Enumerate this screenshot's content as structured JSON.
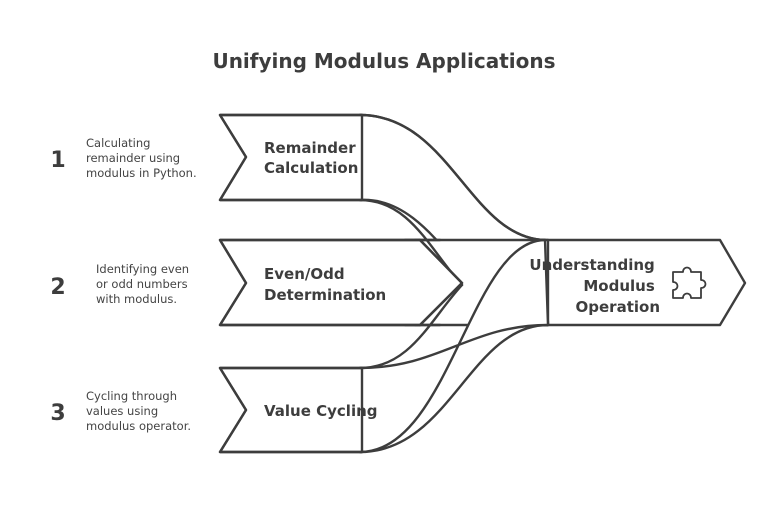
{
  "title": "Unifying Modulus Applications",
  "steps": [
    {
      "number": "1",
      "label_lines": [
        "Remainder",
        "Calculation"
      ],
      "description_lines": [
        "Calculating",
        "remainder using",
        "modulus in Python."
      ]
    },
    {
      "number": "2",
      "label_lines": [
        "Even/Odd",
        "Determination"
      ],
      "description_lines": [
        "Identifying even",
        "or odd numbers",
        "with modulus."
      ]
    },
    {
      "number": "3",
      "label_lines": [
        "Value Cycling"
      ],
      "description_lines": [
        "Cycling through",
        "values using",
        "modulus operator."
      ]
    }
  ],
  "result": {
    "label_lines": [
      "Understanding",
      "Modulus",
      "Operation"
    ],
    "icon": "puzzle-piece-icon"
  },
  "colors": {
    "stroke": "#3d3d3d",
    "text": "#3d3d3d",
    "background": "#ffffff"
  }
}
